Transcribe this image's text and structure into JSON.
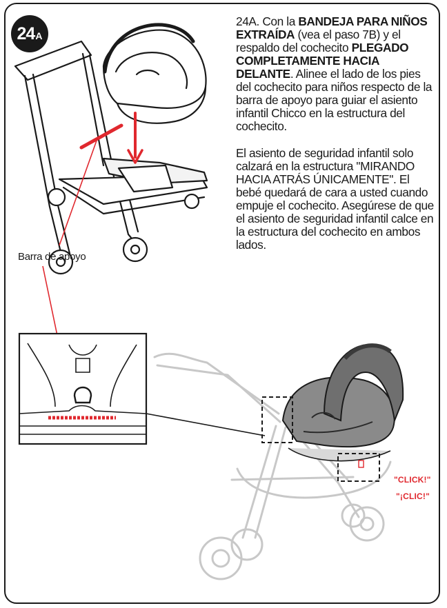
{
  "step": {
    "number": "24",
    "letter": "A"
  },
  "paragraph1": {
    "part1": "24A. Con la ",
    "bold1": "BANDEJA PARA NIÑOS EXTRAÍDA",
    "part2": " (vea el paso 7B) y el respaldo del cochecito ",
    "bold2": "PLEGADO COMPLETAMENTE HACIA DELANTE",
    "part3": ". Alinee el lado de los pies del cochecito para niños respecto de la barra de apoyo para guiar el asiento infantil Chicco en la estructura del cochecito."
  },
  "paragraph2": "El asiento de seguridad infantil solo calzará en la estructura \"MIRANDO HACIA ATRÁS ÚNICAMENTE\". El bebé quedará de cara a usted cuando empuje el cochecito. Asegúrese de que el asiento de seguridad infantil calce en la estructura del cochecito en ambos lados.",
  "support_bar_label": "Barra de apoyo",
  "click_labels": [
    "\"CLICK!\"",
    "\"¡CLIC!\""
  ],
  "colors": {
    "accent_red": "#e0282e",
    "ink": "#1a1a1a",
    "seat_gray": "#8a8a8a",
    "frame_light": "#c8c8c8"
  }
}
